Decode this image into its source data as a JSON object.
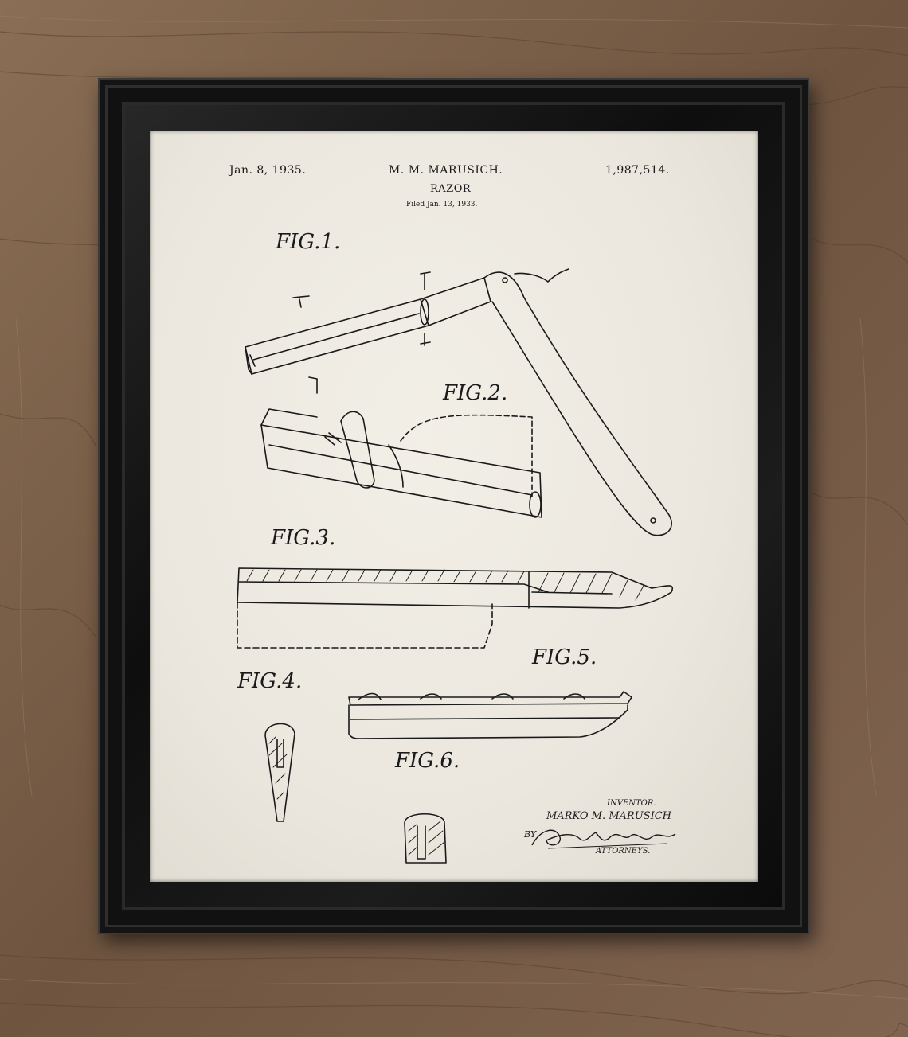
{
  "patent": {
    "date": "Jan. 8, 1935.",
    "inventor_header": "M. M. MARUSICH.",
    "number": "1,987,514.",
    "title": "RAZOR",
    "filed": "Filed Jan. 13, 1933."
  },
  "figures": {
    "fig1": "FIG.1.",
    "fig2": "FIG.2.",
    "fig3": "FIG.3.",
    "fig4": "FIG.4.",
    "fig5": "FIG.5.",
    "fig6": "FIG.6."
  },
  "footer": {
    "inventor_caption": "INVENTOR.",
    "inventor_name": "MARKO M. MARUSICH",
    "by": "BY",
    "signature": "Carlie L. Hammond.",
    "attorneys_caption": "ATTORNEYS."
  }
}
